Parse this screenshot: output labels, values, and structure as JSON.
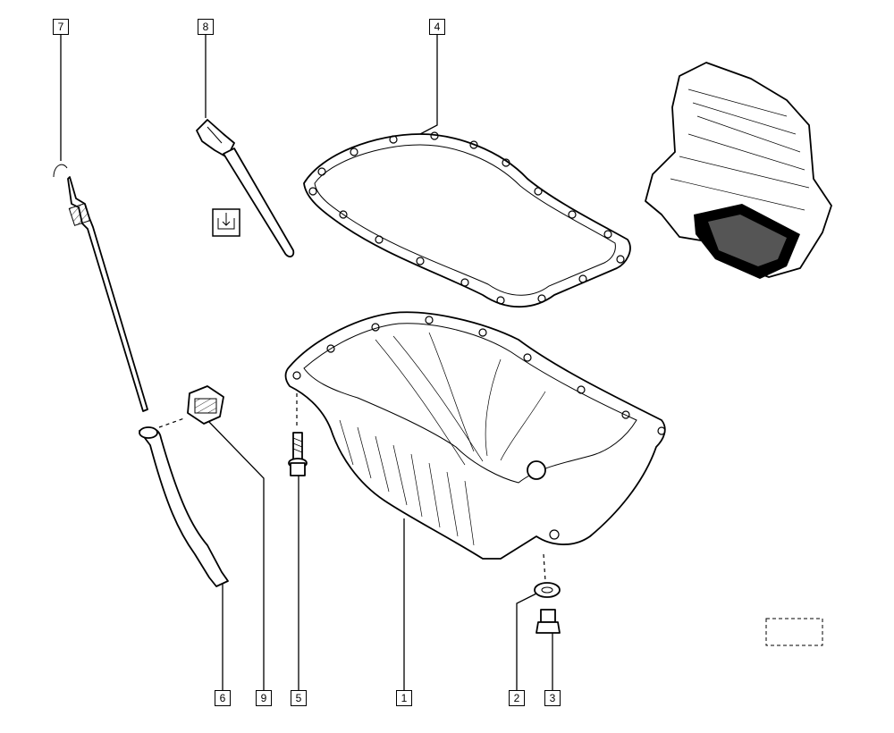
{
  "callouts": [
    {
      "id": "c7",
      "label": "7"
    },
    {
      "id": "c8",
      "label": "8"
    },
    {
      "id": "c4",
      "label": "4"
    },
    {
      "id": "c6",
      "label": "6"
    },
    {
      "id": "c9",
      "label": "9"
    },
    {
      "id": "c5",
      "label": "5"
    },
    {
      "id": "c1",
      "label": "1"
    },
    {
      "id": "c2",
      "label": "2"
    },
    {
      "id": "c3",
      "label": "3"
    }
  ],
  "icons": {
    "oil_level_symbol": "oil-level-icon",
    "engine_locator": "engine-locator-icon",
    "dashed_placeholder": "placeholder-box"
  }
}
